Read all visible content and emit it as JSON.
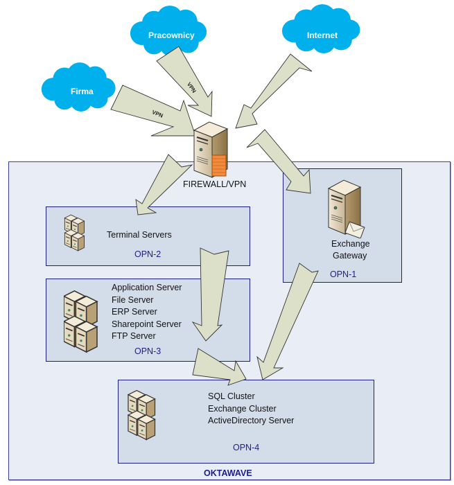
{
  "clouds": [
    {
      "id": "firma",
      "label": "Firma"
    },
    {
      "id": "pracownicy",
      "label": "Pracownicy"
    },
    {
      "id": "internet",
      "label": "Internet"
    }
  ],
  "connections": {
    "firma_to_firewall": "VPN",
    "pracownicy_to_firewall": "VPN"
  },
  "firewall": {
    "label": "FIREWALL/VPN"
  },
  "oktawave": {
    "label": "OKTAWAVE"
  },
  "zones": {
    "opn1": {
      "label": "OPN-1",
      "items": [
        "Exchange",
        "Gateway"
      ]
    },
    "opn2": {
      "label": "OPN-2",
      "items": [
        "Terminal Servers"
      ]
    },
    "opn3": {
      "label": "OPN-3",
      "items": [
        "Application Server",
        "File Server",
        "ERP Server",
        "Sharepoint Server",
        "FTP Server"
      ]
    },
    "opn4": {
      "label": "OPN-4",
      "items": [
        "SQL Cluster",
        "Exchange Cluster",
        "ActiveDirectory Server"
      ]
    }
  },
  "colors": {
    "cloud": "#00b0ec",
    "arrow_fill": "#dde0c9",
    "zone_outer": "#e8edf6",
    "zone_inner": "#d3dde9",
    "zone_border": "#1d1d80"
  }
}
